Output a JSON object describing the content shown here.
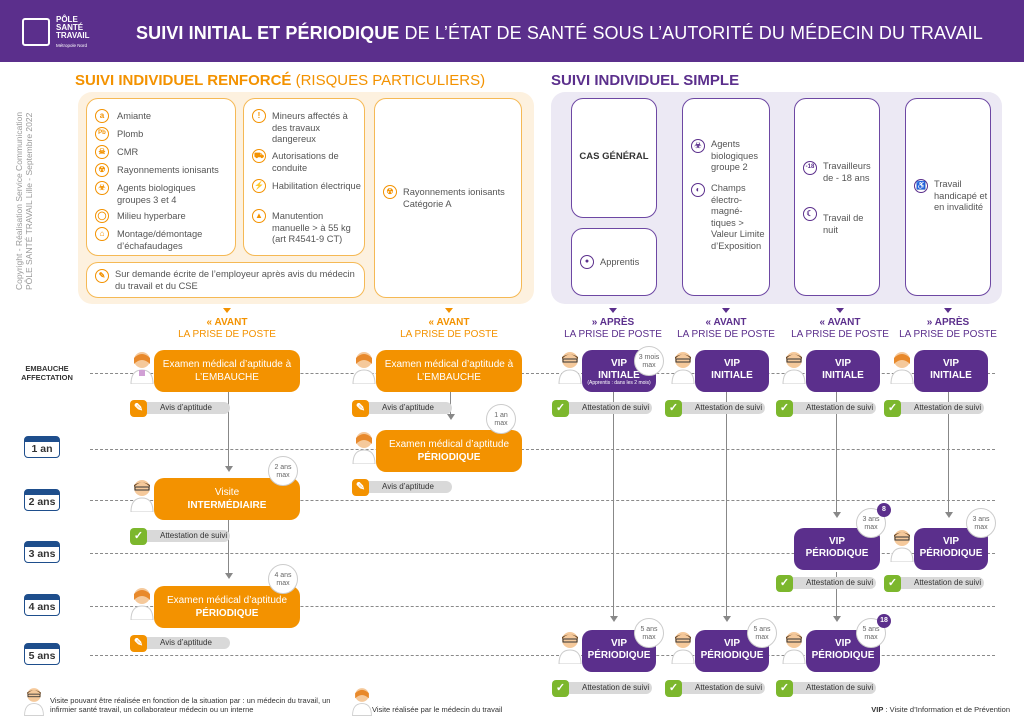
{
  "header": {
    "logo_line1": "PÔLE",
    "logo_line2": "SANTÉ",
    "logo_line3": "TRAVAIL",
    "logo_sub": "Métropole Nord",
    "title_bold": "SUIVI INITIAL ET PÉRIODIQUE",
    "title_rest": " DE L’ÉTAT DE SANTÉ SOUS L’AUTORITÉ DU MÉDECIN DU TRAVAIL"
  },
  "sections": {
    "renforce_bold": "SUIVI INDIVIDUEL RENFORCÉ",
    "renforce_rest": " (RISQUES PARTICULIERS)",
    "simple": "SUIVI INDIVIDUEL SIMPLE"
  },
  "copyright": {
    "line1": "Copyright - Réalisation Service Communication",
    "line2": "PÔLE SANTÉ TRAVAIL Lille - Septembre 2022"
  },
  "renforce_cards": {
    "col1": [
      {
        "icon": "a",
        "label": "Amiante"
      },
      {
        "icon": "Pb",
        "label": "Plomb"
      },
      {
        "icon": "☠",
        "label": "CMR"
      },
      {
        "icon": "☢",
        "label": "Rayonnements ionisants"
      },
      {
        "icon": "☣",
        "label": "Agents biologiques groupes 3 et 4"
      },
      {
        "icon": "◯",
        "label": "Milieu hyperbare"
      },
      {
        "icon": "⌂",
        "label": "Montage/démontage d’échafaudages"
      }
    ],
    "col2": [
      {
        "icon": "!",
        "label": "Mineurs affectés à des travaux dangereux"
      },
      {
        "icon": "⛟",
        "label": "Autorisations de conduite"
      },
      {
        "icon": "⚡",
        "label": "Habilitation électrique"
      },
      {
        "icon": "▲",
        "label": "Manutention manuelle > à 55 kg (art R4541-9 CT)"
      }
    ],
    "bottom": {
      "icon": "✎",
      "label": "Sur demande écrite de l’employeur après avis du médecin du travail et du CSE"
    },
    "col3": {
      "icon": "☢",
      "label": "Rayonnements ionisants Catégorie A"
    }
  },
  "simple_cards": {
    "general": "CAS GÉNÉRAL",
    "apprentis": "Apprentis",
    "agents": "Agents biologiques groupe 2",
    "champs": "Champs électro-magné-tiques > Valeur Limite d’Exposition",
    "moins18": "Travailleurs de - 18 ans",
    "nuit": "Travail de nuit",
    "handicap": "Travail handicapé et en invalidité",
    "icon_18": "-18"
  },
  "timing": {
    "avant": "AVANT",
    "apres": "APRÈS",
    "prise": "LA PRISE DE POSTE"
  },
  "rows": {
    "embauche": "EMBAUCHE AFFECTATION",
    "y1": "1 an",
    "y2": "2 ans",
    "y3": "3 ans",
    "y4": "4 ans",
    "y5": "5 ans"
  },
  "boxes": {
    "exam_line1": "Examen médical d’aptitude à",
    "exam_embauche": "L’EMBAUCHE",
    "exam_line1b": "Examen médical d’aptitude",
    "periodique": "PÉRIODIQUE",
    "visite": "Visite",
    "intermediaire": "INTERMÉDIAIRE",
    "vip": "VIP",
    "initiale": "INITIALE",
    "apprentis_note": "(Apprentis : dans les 2 mois)"
  },
  "pills": {
    "avis": "Avis d’aptitude",
    "attestation": "Attestation de suivi"
  },
  "badges": {
    "b3mois_1": "3 mois",
    "b3mois_2": "max",
    "b1an": "1 an",
    "b2ans": "2 ans",
    "b3ans": "3 ans",
    "b4ans": "4 ans",
    "b5ans": "5 ans",
    "max": "max",
    "n8": "8",
    "n18": "18"
  },
  "footer": {
    "left": "Visite pouvant être réalisée en fonction de la situation par : un médecin du travail, un infirmier santé travail, un collaborateur médecin ou un interne",
    "middle": "Visite réalisée par le médecin du travail",
    "vip_bold": "VIP",
    "vip_def": " : Visite d’Information et de Prévention"
  },
  "colors": {
    "purple": "#5b2f8c",
    "orange": "#f39200",
    "green": "#7cb72d",
    "blue": "#1e4e8c"
  }
}
